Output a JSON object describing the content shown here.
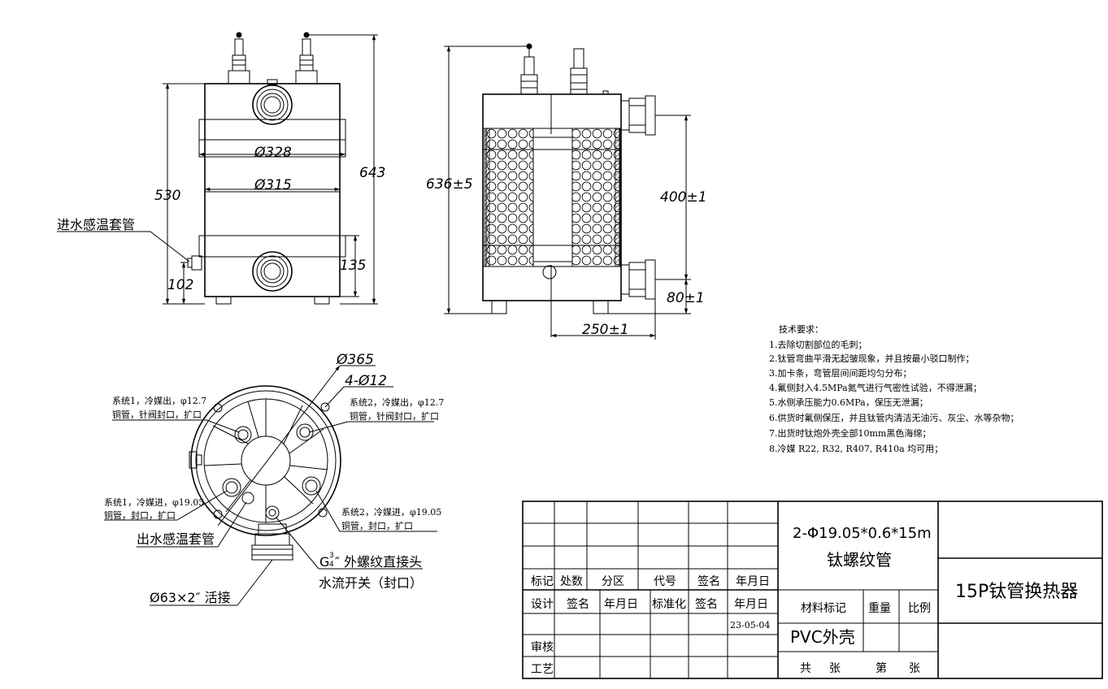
{
  "front_view": {
    "dim_total_height": "643",
    "dim_body_height": "530",
    "dim_outer_dia": "Ø328",
    "dim_inner_dia": "Ø315",
    "dim_band": "135",
    "dim_inlet_height": "102",
    "label_inlet_sensor": "进水感温套管"
  },
  "side_view": {
    "dim_height": "636±5",
    "dim_port_spacing": "400±1",
    "dim_port_bottom": "80±1",
    "dim_depth": "250±1"
  },
  "top_view": {
    "dim_dia": "Ø365",
    "dim_holes": "4-Ø12",
    "label_sys1_out_1": "系统1，冷媒出，φ12.7",
    "label_sys1_out_2": "铜管，针阀封口，扩口",
    "label_sys2_out_1": "系统2，冷媒出，φ12.7",
    "label_sys2_out_2": "铜管，针阀封口，扩口",
    "label_sys1_in_1": "系统1，冷媒进，φ19.05",
    "label_sys1_in_2": "铜管，封口，扩口",
    "label_sys2_in_1": "系统2，冷媒进，φ19.05",
    "label_sys2_in_2": "铜管，封口，扩口",
    "label_outlet_sensor": "出水感温套管",
    "label_thread_g": "G",
    "label_thread_frac_num": "3",
    "label_thread_frac_den": "4",
    "label_thread_rest": "″ 外螺纹直接头",
    "label_flow_switch": "水流开关（封口）",
    "label_union": "Ø63×2″ 活接"
  },
  "tech_requirements": {
    "title": "技术要求：",
    "items": [
      "1.去除切割部位的毛刺；",
      "2.钛管弯曲平滑无起皱现象，并且按最小驳口制作；",
      "3.加卡条，弯管层间间距均匀分布；",
      "4.氟侧封入4.5MPa氮气进行气密性试验，不得泄漏；",
      "5.水侧承压能力0.6MPa，保压无泄漏；",
      "6.供货时氟侧保压，并且钛管内清洁无油污、灰尘、水等杂物；",
      "7.出货时钛炮外壳全部10mm黑色海绵；",
      "8.冷媒 R22, R32, R407, R410a 均可用；"
    ]
  },
  "title_block": {
    "hdr_biaoji": "标记",
    "hdr_chushu": "处数",
    "hdr_fenqu": "分区",
    "hdr_daihao": "代号",
    "hdr_qianming": "签名",
    "hdr_nianyueri": "年月日",
    "row_sheji": "设计",
    "row_sheji_qianming": "签名",
    "row_sheji_nianyueri": "年月日",
    "row_biaozhunhua": "标准化",
    "row_bz_qianming": "签名",
    "row_bz_nianyueri": "年月日",
    "date": "23-05-04",
    "row_shenhe": "审核",
    "row_gongyi": "工艺",
    "spec_line1": "2-Φ19.05*0.6*15m",
    "spec_line2": "钛螺纹管",
    "material_label": "材料标记",
    "weight_label": "重量",
    "scale_label": "比例",
    "material_value": "PVC外壳",
    "total_label": "共",
    "total_unit": "张",
    "sheet_label": "第",
    "sheet_unit": "张",
    "drawing_title": "15P钛管换热器"
  }
}
